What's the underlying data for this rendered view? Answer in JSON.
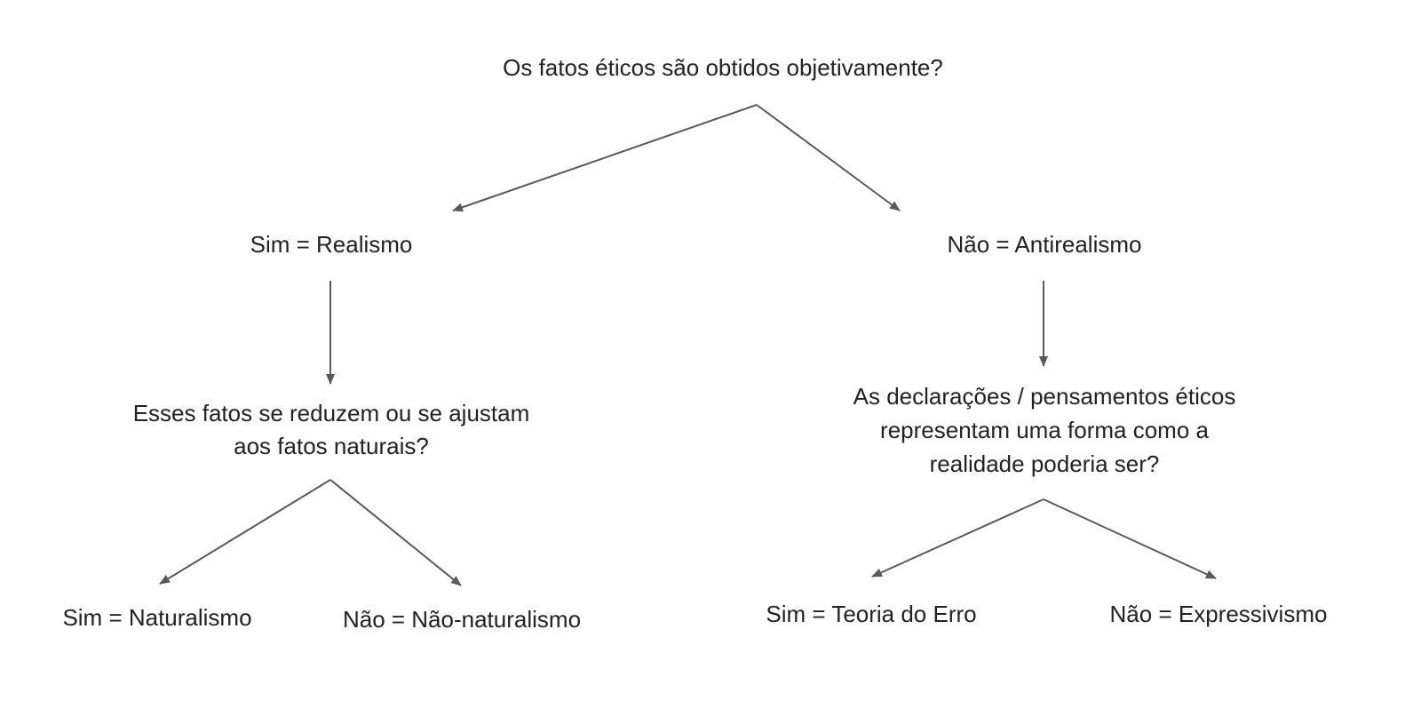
{
  "root": {
    "text": "Os fatos éticos são obtidos objetivamente?"
  },
  "left": {
    "answer": "Sim = Realismo",
    "question": [
      "Esses fatos se reduzem ou se ajustam",
      "aos fatos naturais?"
    ],
    "yes": "Sim = Naturalismo",
    "no": "Não = Não-naturalismo"
  },
  "right": {
    "answer": "Não = Antirealismo",
    "question": [
      "As declarações / pensamentos éticos",
      "representam uma forma como a",
      "realidade poderia ser?"
    ],
    "yes": "Sim = Teoria do Erro",
    "no": "Não = Expressivismo"
  },
  "colors": {
    "edge": "#5a5a5a",
    "text": "#222222"
  }
}
